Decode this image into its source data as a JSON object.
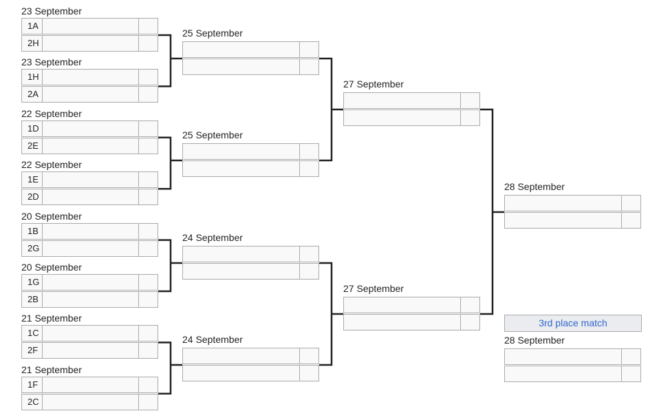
{
  "round1": [
    {
      "date": "23 September",
      "seeds": [
        "1A",
        "2H"
      ]
    },
    {
      "date": "23 September",
      "seeds": [
        "1H",
        "2A"
      ]
    },
    {
      "date": "22 September",
      "seeds": [
        "1D",
        "2E"
      ]
    },
    {
      "date": "22 September",
      "seeds": [
        "1E",
        "2D"
      ]
    },
    {
      "date": "20 September",
      "seeds": [
        "1B",
        "2G"
      ]
    },
    {
      "date": "20 September",
      "seeds": [
        "1G",
        "2B"
      ]
    },
    {
      "date": "21 September",
      "seeds": [
        "1C",
        "2F"
      ]
    },
    {
      "date": "21 September",
      "seeds": [
        "1F",
        "2C"
      ]
    }
  ],
  "quarterfinals": [
    {
      "date": "25 September"
    },
    {
      "date": "25 September"
    },
    {
      "date": "24 September"
    },
    {
      "date": "24 September"
    }
  ],
  "semifinals": [
    {
      "date": "27 September"
    },
    {
      "date": "27 September"
    }
  ],
  "final": {
    "date": "28 September"
  },
  "third_place": {
    "label": "3rd place match",
    "date": "28 September"
  },
  "colors": {
    "line": "#222222",
    "cell_border": "#aaaaaa",
    "cell_bg": "#f9f9f9",
    "link": "#3366cc"
  }
}
